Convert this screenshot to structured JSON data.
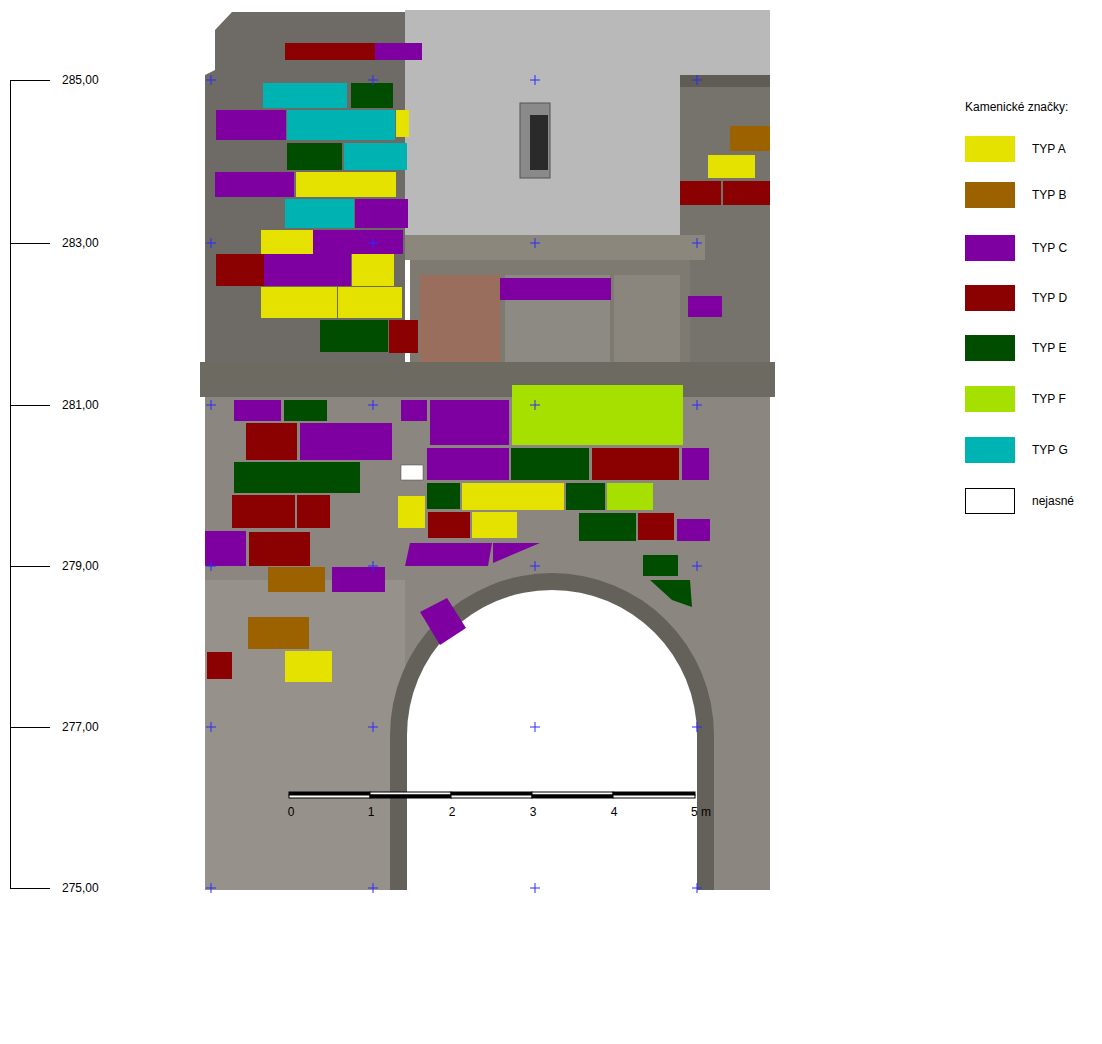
{
  "diagram": {
    "labels": [
      "285,00",
      "283,00",
      "281,00",
      "279,00",
      "277,00",
      "275,00",
      "Kamenické značky:",
      "0",
      "1",
      "2",
      "3",
      "4",
      "5 m"
    ],
    "legend": [
      {
        "text": "TYP A",
        "color": "#e5e200"
      },
      {
        "text": "TYP B",
        "color": "#9c6200"
      },
      {
        "text": "TYP C",
        "color": "#7f00a0"
      },
      {
        "text": "TYP D",
        "color": "#8b0000"
      },
      {
        "text": "TYP E",
        "color": "#004d00"
      },
      {
        "text": "TYP F",
        "color": "#a6e000"
      },
      {
        "text": "TYP G",
        "color": "#00b3b3"
      },
      {
        "text": "nejasné",
        "color": "#ffffff"
      }
    ]
  }
}
